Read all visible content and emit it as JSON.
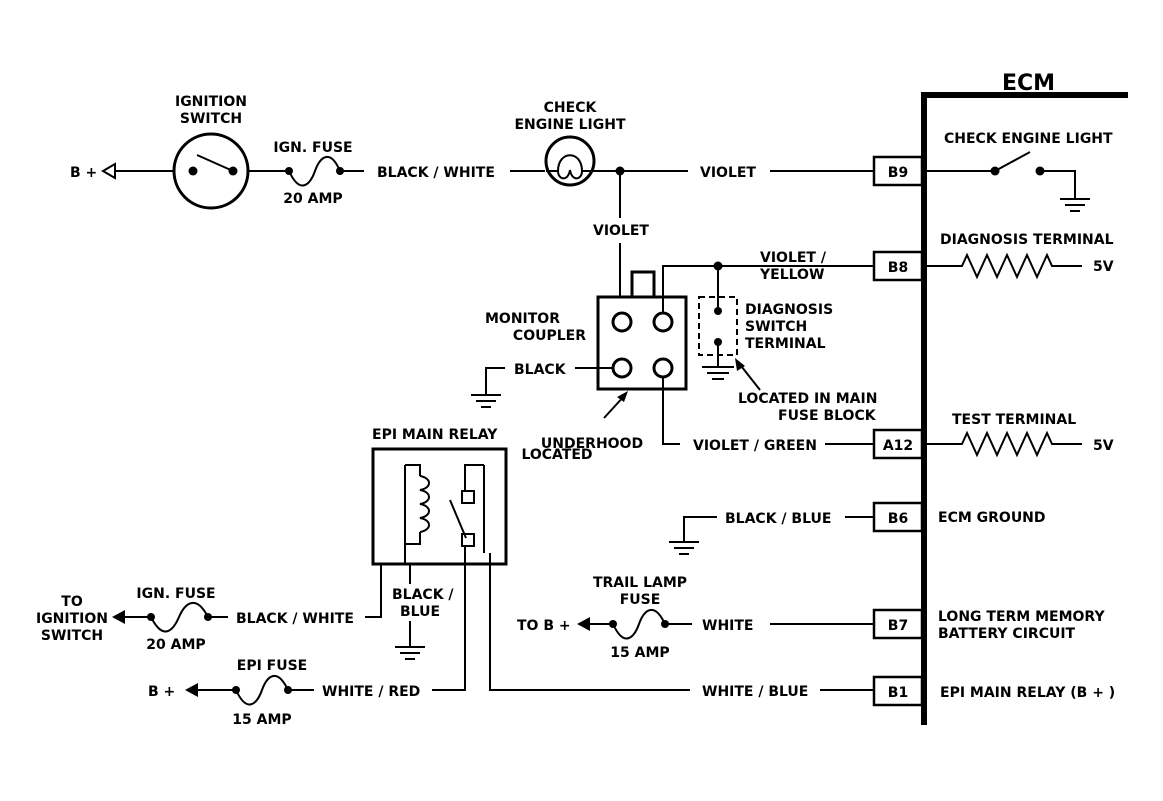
{
  "ecm": {
    "title": "ECM",
    "pins": [
      {
        "id": "B9",
        "function": "CHECK ENGINE LIGHT"
      },
      {
        "id": "B8",
        "function": "DIAGNOSIS TERMINAL",
        "voltage": "5V"
      },
      {
        "id": "A12",
        "function": "TEST TERMINAL",
        "voltage": "5V"
      },
      {
        "id": "B6",
        "function": "ECM GROUND"
      },
      {
        "id": "B7",
        "function_line1": "LONG TERM MEMORY",
        "function_line2": "BATTERY CIRCUIT"
      },
      {
        "id": "B1",
        "function": "EPI MAIN RELAY (B + )"
      }
    ]
  },
  "components": {
    "ignition_switch": [
      "IGNITION",
      "SWITCH"
    ],
    "ign_fuse_top": {
      "name": "IGN. FUSE",
      "rating": "20 AMP"
    },
    "check_engine_light": [
      "CHECK",
      "ENGINE LIGHT"
    ],
    "monitor_coupler": [
      "MONITOR",
      "COUPLER"
    ],
    "located_underhood": [
      "LOCATED",
      "UNDERHOOD"
    ],
    "diagnosis_switch_terminal": [
      "DIAGNOSIS",
      "SWITCH",
      "TERMINAL"
    ],
    "located_main_fuse_block": [
      "LOCATED IN MAIN",
      "FUSE BLOCK"
    ],
    "epi_main_relay": "EPI MAIN RELAY",
    "ign_fuse_bottom": {
      "name": "IGN. FUSE",
      "rating": "20 AMP"
    },
    "to_ignition_switch": [
      "TO",
      "IGNITION",
      "SWITCH"
    ],
    "epi_fuse": {
      "name": "EPI FUSE",
      "rating": "15 AMP"
    },
    "trail_lamp_fuse": {
      "name_line1": "TRAIL LAMP",
      "name_line2": "FUSE",
      "rating": "15 AMP"
    },
    "b_plus": "B +",
    "to_b_plus": "TO B +"
  },
  "wires": {
    "black_white_top": "BLACK / WHITE",
    "violet_top": "VIOLET",
    "violet_drop": "VIOLET",
    "violet_yellow": [
      "VIOLET /",
      "YELLOW"
    ],
    "black_coupler": "BLACK",
    "violet_green": "VIOLET / GREEN",
    "black_blue_ecm": "BLACK / BLUE",
    "black_blue_relay": [
      "BLACK /",
      "BLUE"
    ],
    "black_white_bottom": "BLACK / WHITE",
    "white_red": "WHITE / RED",
    "white": "WHITE",
    "white_blue": "WHITE / BLUE"
  }
}
